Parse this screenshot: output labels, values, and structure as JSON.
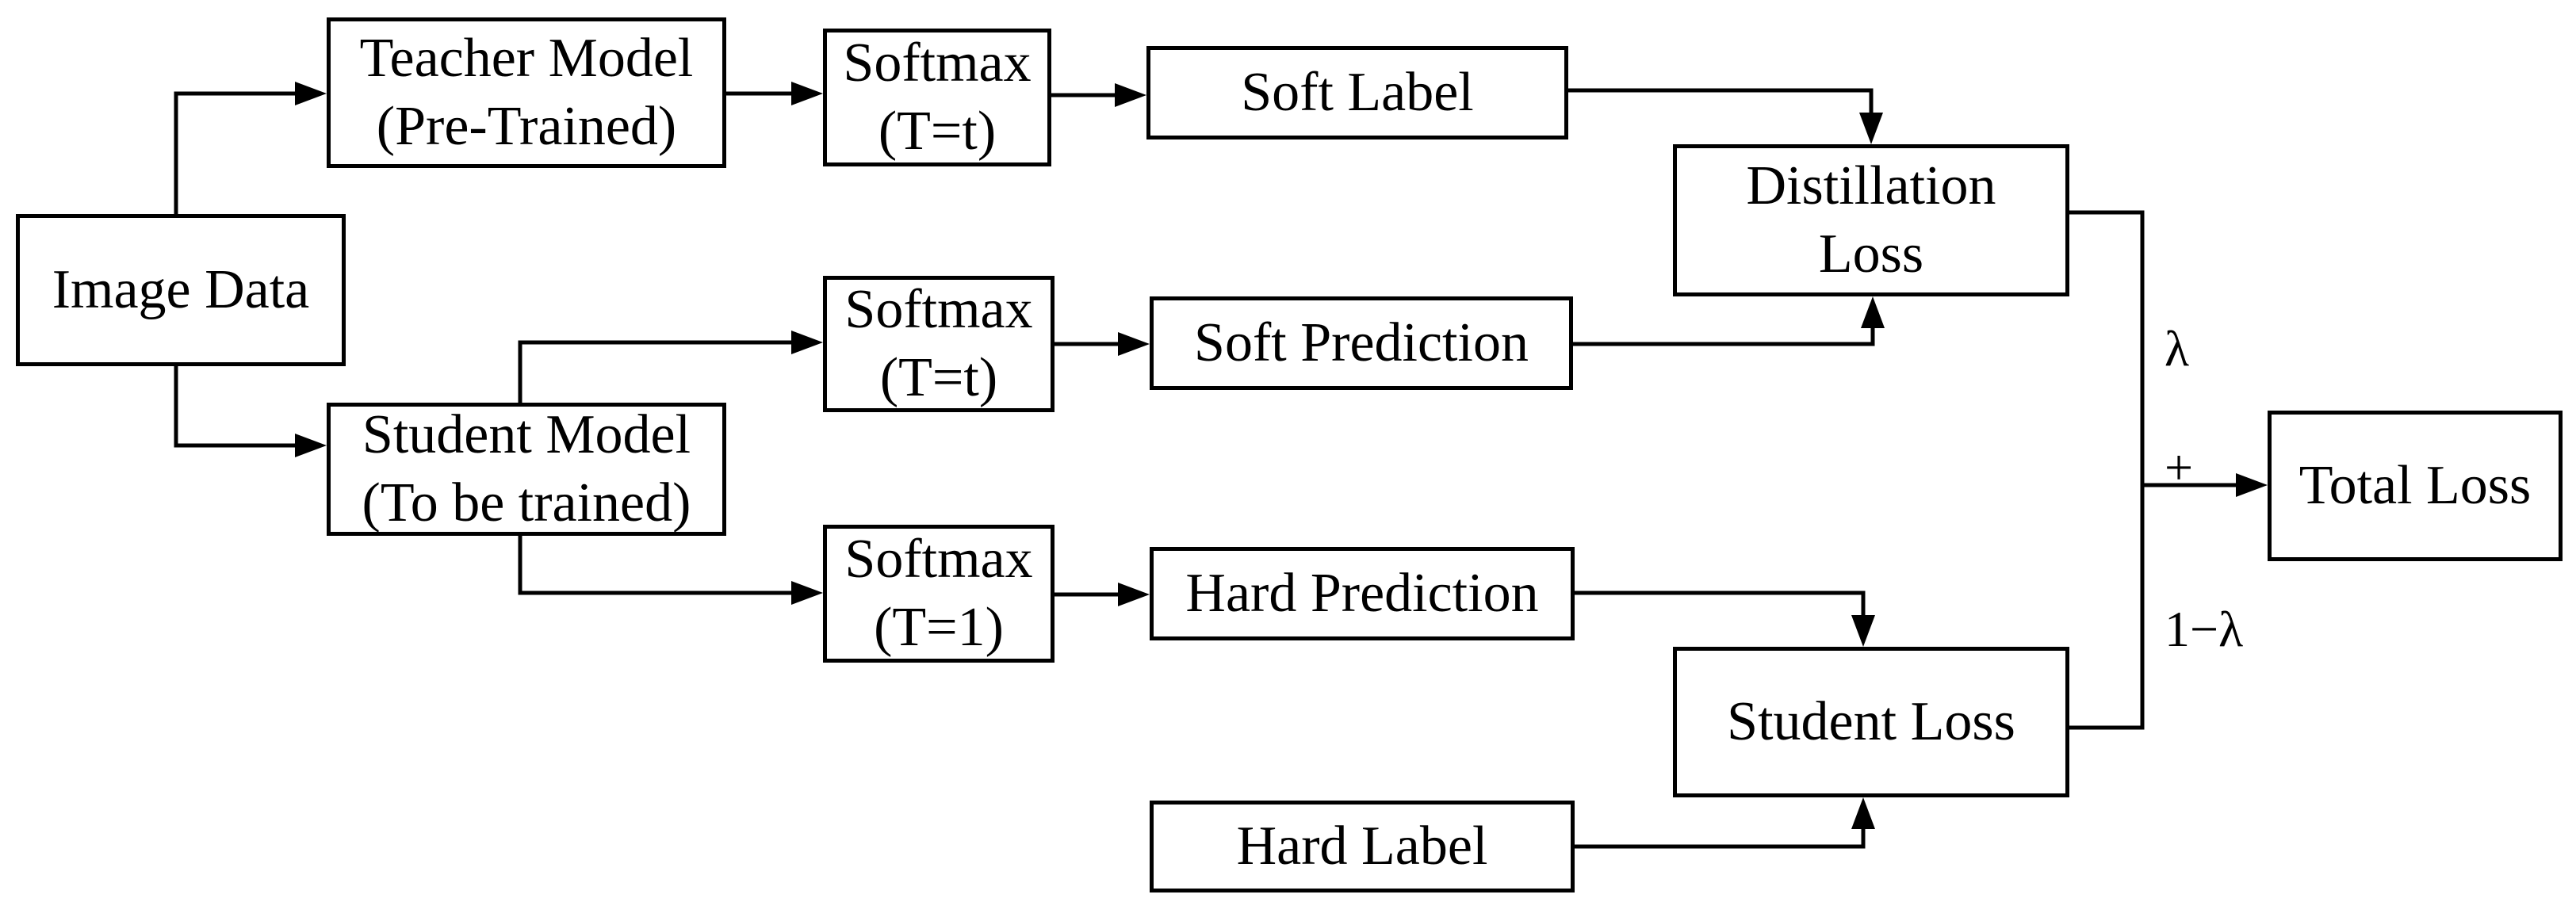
{
  "nodes": {
    "image_data": {
      "label": "Image Data"
    },
    "teacher_model": {
      "line1": "Teacher Model",
      "line2": "(Pre-Trained)"
    },
    "student_model": {
      "line1": "Student Model",
      "line2": "(To be trained)"
    },
    "softmax_teacher": {
      "line1": "Softmax",
      "line2": "(T=t)"
    },
    "softmax_student_soft": {
      "line1": "Softmax",
      "line2": "(T=t)"
    },
    "softmax_student_hard": {
      "line1": "Softmax",
      "line2": "(T=1)"
    },
    "soft_label": {
      "label": "Soft Label"
    },
    "soft_prediction": {
      "label": "Soft Prediction"
    },
    "hard_prediction": {
      "label": "Hard Prediction"
    },
    "hard_label": {
      "label": "Hard Label"
    },
    "distillation_loss": {
      "line1": "Distillation",
      "line2": "Loss"
    },
    "student_loss": {
      "label": "Student Loss"
    },
    "total_loss": {
      "label": "Total Loss"
    }
  },
  "weights": {
    "distillation": "λ",
    "student": "1−λ",
    "combine": "+"
  }
}
